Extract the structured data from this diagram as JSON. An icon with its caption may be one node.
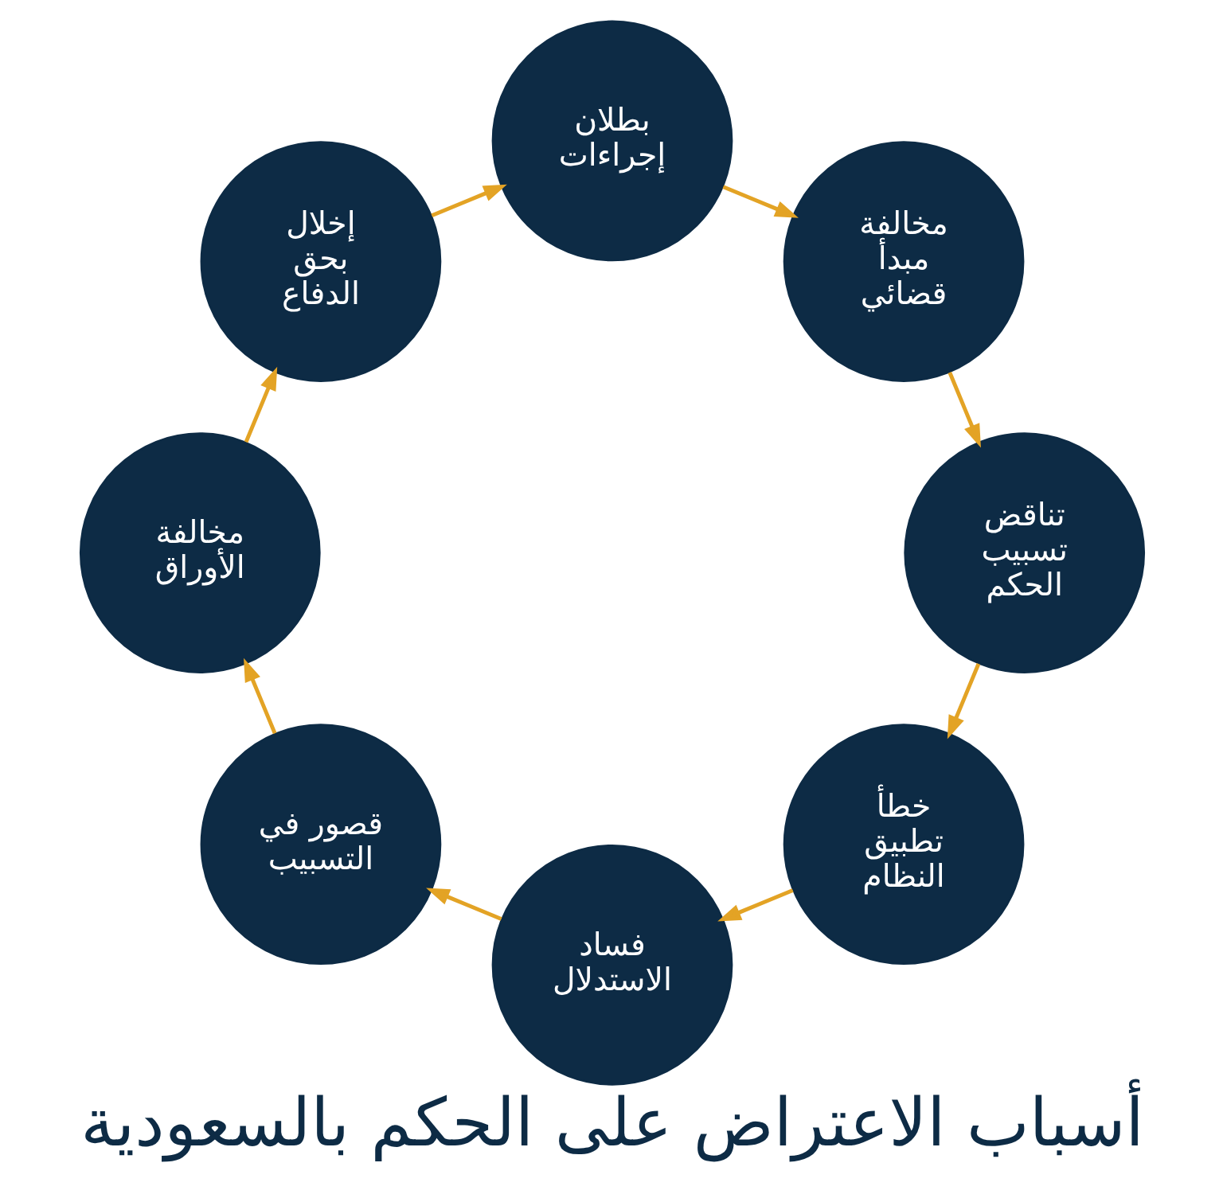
{
  "diagram": {
    "title": "أسباب الاعتراض على الحكم بالسعودية",
    "nodes": [
      {
        "text": [
          "خطأ تطبيق النظام"
        ]
      },
      {
        "text": [
          "فساد الاستدلال"
        ]
      },
      {
        "text": [
          "قصور في التسبيب"
        ]
      },
      {
        "text": [
          "مخالفة الأوراق"
        ]
      },
      {
        "text": [
          "إخلال بحق الدفاع"
        ]
      },
      {
        "text": [
          "بطلان إجراءات"
        ]
      },
      {
        "text": [
          "مخالفة مبدأ قضائي"
        ]
      },
      {
        "text": [
          "تناقض تسبيب الحكم"
        ]
      }
    ],
    "edges": [
      {
        "from": 0,
        "to": 1,
        "arrow": "to"
      },
      {
        "from": 1,
        "to": 2,
        "arrow": "to"
      },
      {
        "from": 2,
        "to": 3,
        "arrow": "to"
      },
      {
        "from": 3,
        "to": 4,
        "arrow": "to"
      },
      {
        "from": 4,
        "to": 5,
        "arrow": "to"
      },
      {
        "from": 5,
        "to": 6,
        "arrow": "to"
      },
      {
        "from": 6,
        "to": 7,
        "arrow": "to"
      },
      {
        "from": 7,
        "to": 0,
        "arrow": "to"
      }
    ]
  }
}
